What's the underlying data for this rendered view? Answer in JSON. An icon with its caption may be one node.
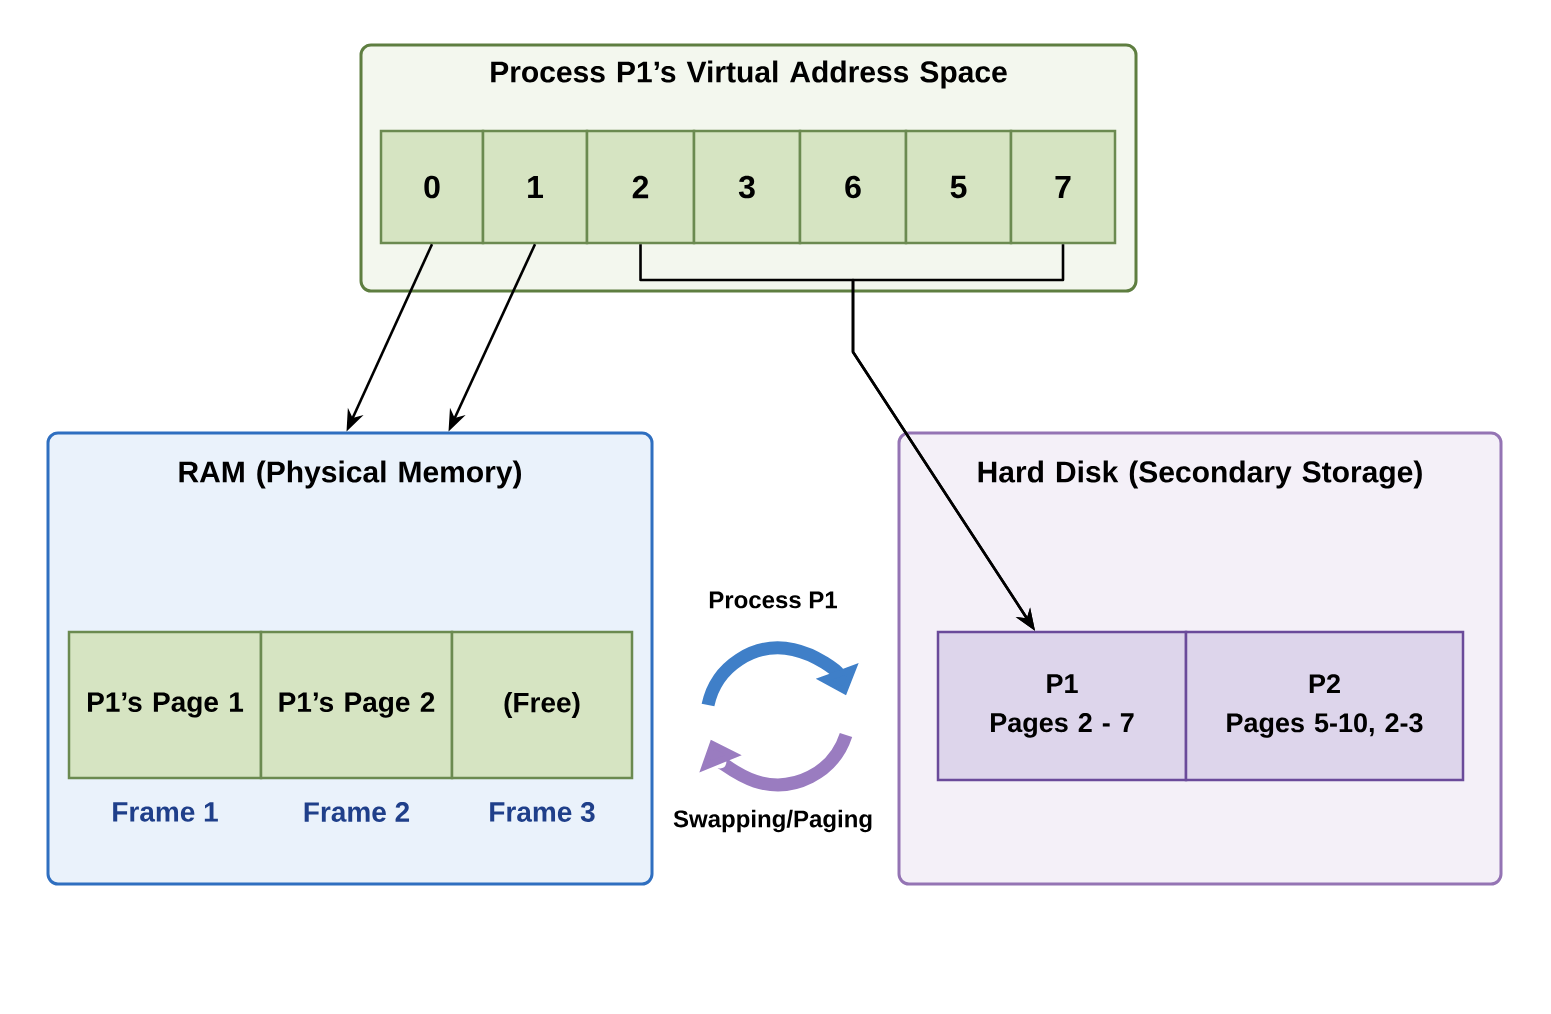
{
  "diagram": {
    "nodes": [
      {
        "text": [
          "Process P1’s Virtual Address Space"
        ]
      },
      {
        "text": [
          "0"
        ],
        "in": 0
      },
      {
        "text": [
          "1"
        ],
        "in": 0
      },
      {
        "text": [
          "2"
        ],
        "in": 0
      },
      {
        "text": [
          "3"
        ],
        "in": 0
      },
      {
        "text": [
          "6"
        ],
        "in": 0
      },
      {
        "text": [
          "5"
        ],
        "in": 0
      },
      {
        "text": [
          "7"
        ],
        "in": 0
      },
      {
        "text": [
          "RAM (Physical Memory)"
        ]
      },
      {
        "text": [
          "P1’s Page 1"
        ],
        "in": 8,
        "beside": [
          "Frame 1"
        ]
      },
      {
        "text": [
          "P1’s Page 2"
        ],
        "in": 8,
        "beside": [
          "Frame 2"
        ]
      },
      {
        "text": [
          "(Free)"
        ],
        "in": 8,
        "beside": [
          "Frame 3"
        ]
      },
      {
        "text": [
          "Hard Disk (Secondary Storage)"
        ]
      },
      {
        "text": [
          "P1",
          "Pages 2 - 7"
        ],
        "in": 12
      },
      {
        "text": [
          "P2",
          "Pages 5-10, 2-3"
        ],
        "in": 12
      }
    ],
    "edges": [
      {
        "from": 1,
        "to": 8,
        "arrow": "to"
      },
      {
        "from": 2,
        "to": 8,
        "arrow": "to"
      },
      {
        "from": 3,
        "to": 13,
        "arrow": "to"
      },
      {
        "from": 7,
        "to": 13,
        "arrow": "to"
      }
    ],
    "labels": [
      "Process P1",
      "Swapping/Paging"
    ]
  }
}
